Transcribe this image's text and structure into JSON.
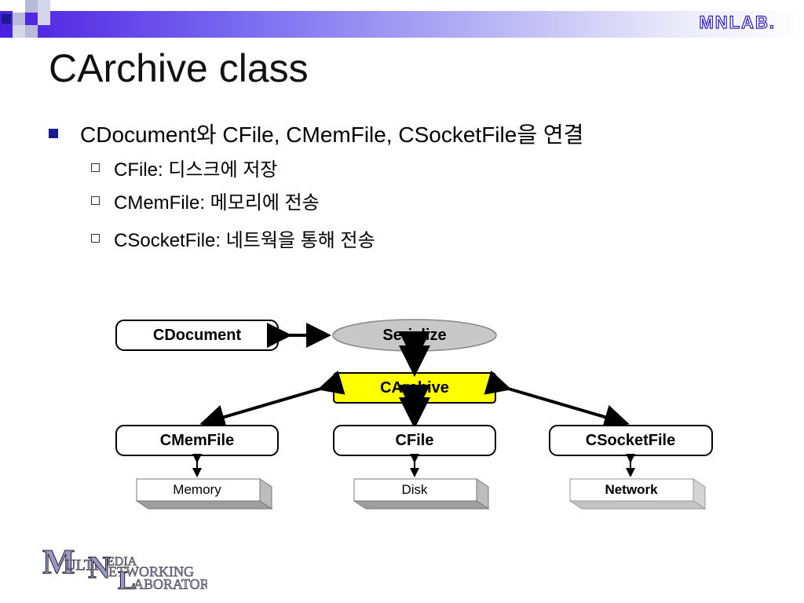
{
  "brand": "MNLAB.",
  "title": "CArchive class",
  "bullets": {
    "main": "CDocument와 CFile, CMemFile, CSocketFile을 연결",
    "subs": [
      "CFile: 디스크에 저장",
      "CMemFile: 메모리에 전송",
      "CSocketFile: 네트웍을 통해 전송"
    ]
  },
  "diagram": {
    "cdocument": "CDocument",
    "serialize": "Serialize",
    "carchive": "CArchive",
    "cmemfile": "CMemFile",
    "cfile": "CFile",
    "csocketfile": "CSocketFile",
    "memory": "Memory",
    "disk": "Disk",
    "network": "Network"
  },
  "colors": {
    "band_start": "#4a1fe0",
    "bullet_marker": "#1a1a8c",
    "carchive_fill": "#ffff00",
    "serialize_fill": "#c8c8c8"
  },
  "logo": {
    "text": "MULTIMEDIA NETWORKING LABORATORY"
  }
}
